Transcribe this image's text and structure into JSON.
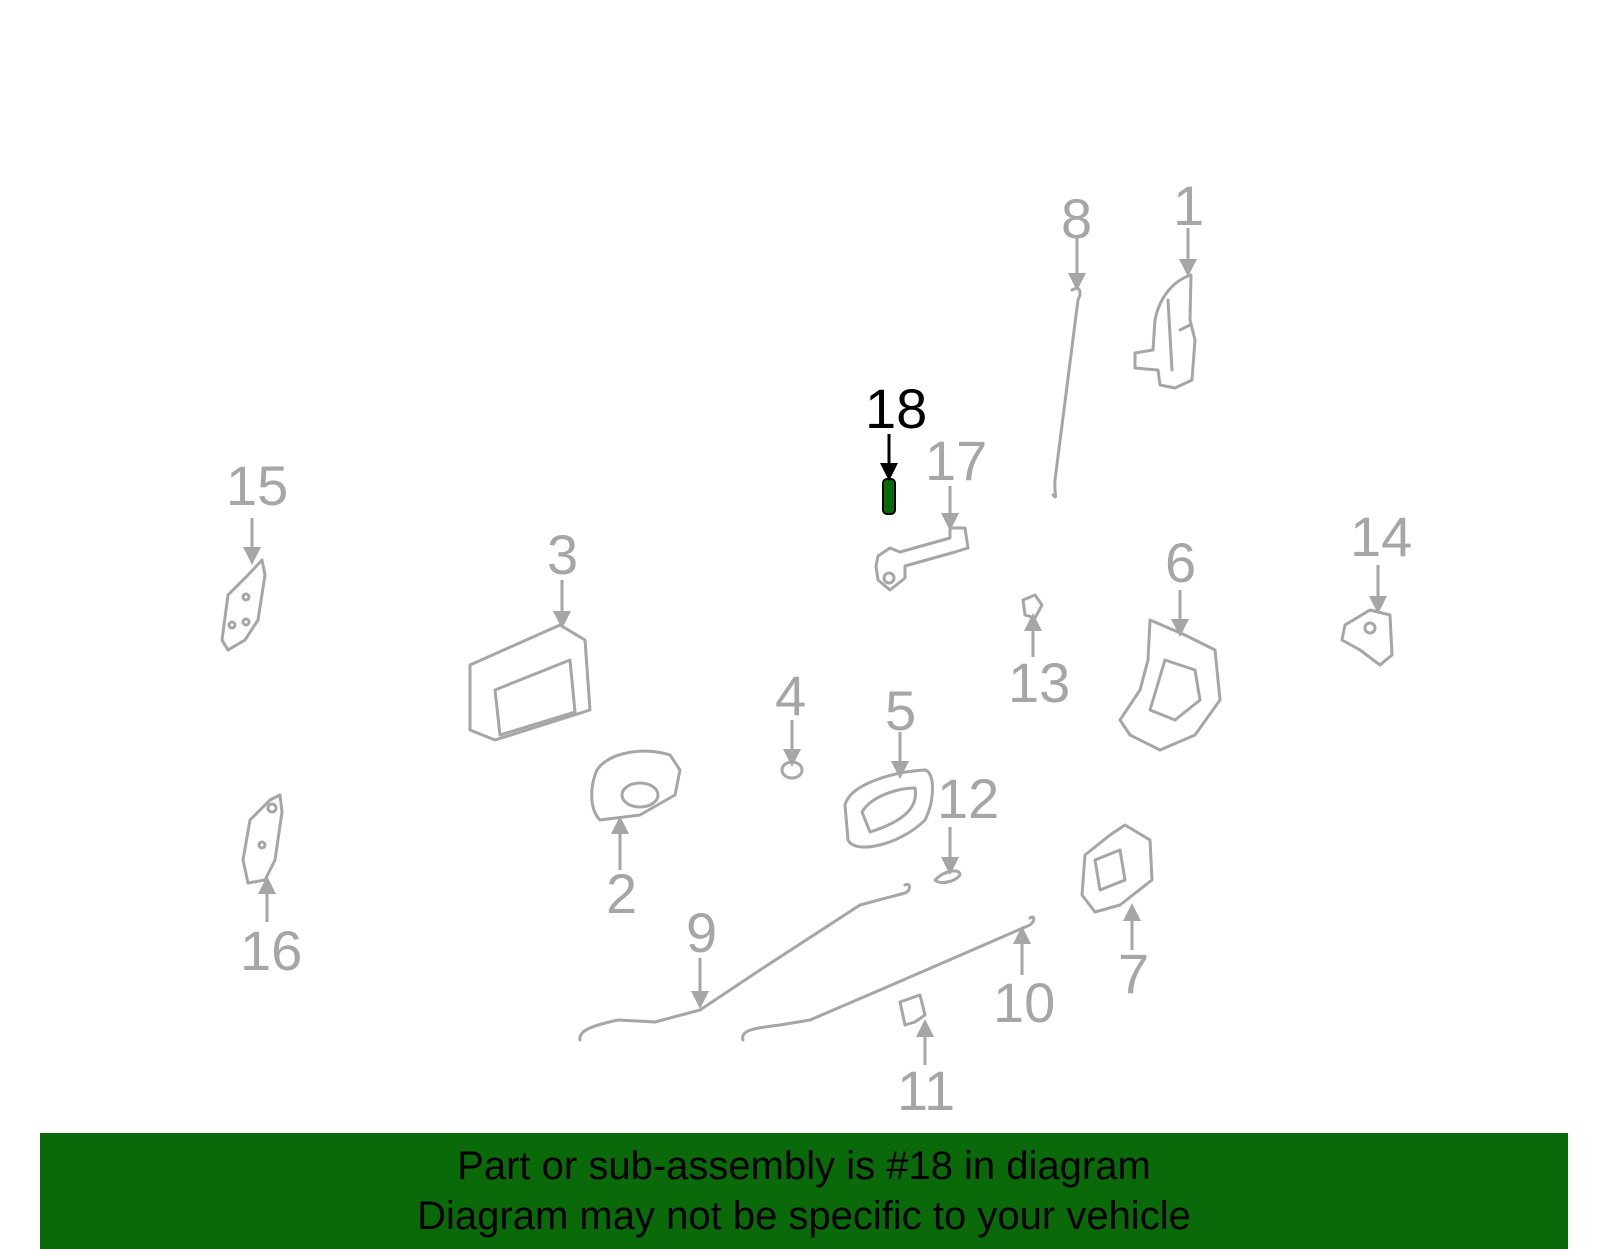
{
  "highlight_color": "#0a6a0a",
  "part_color": "#a6a6a6",
  "callouts": {
    "c1": "1",
    "c2": "2",
    "c3": "3",
    "c4": "4",
    "c5": "5",
    "c6": "6",
    "c7": "7",
    "c8": "8",
    "c9": "9",
    "c10": "10",
    "c11": "11",
    "c12": "12",
    "c13": "13",
    "c14": "14",
    "c15": "15",
    "c16": "16",
    "c17": "17",
    "c18": "18"
  },
  "highlighted_part": "18",
  "banner": {
    "line1": "Part or sub-assembly is #18 in diagram",
    "line2": "Diagram may not be specific to your vehicle"
  }
}
